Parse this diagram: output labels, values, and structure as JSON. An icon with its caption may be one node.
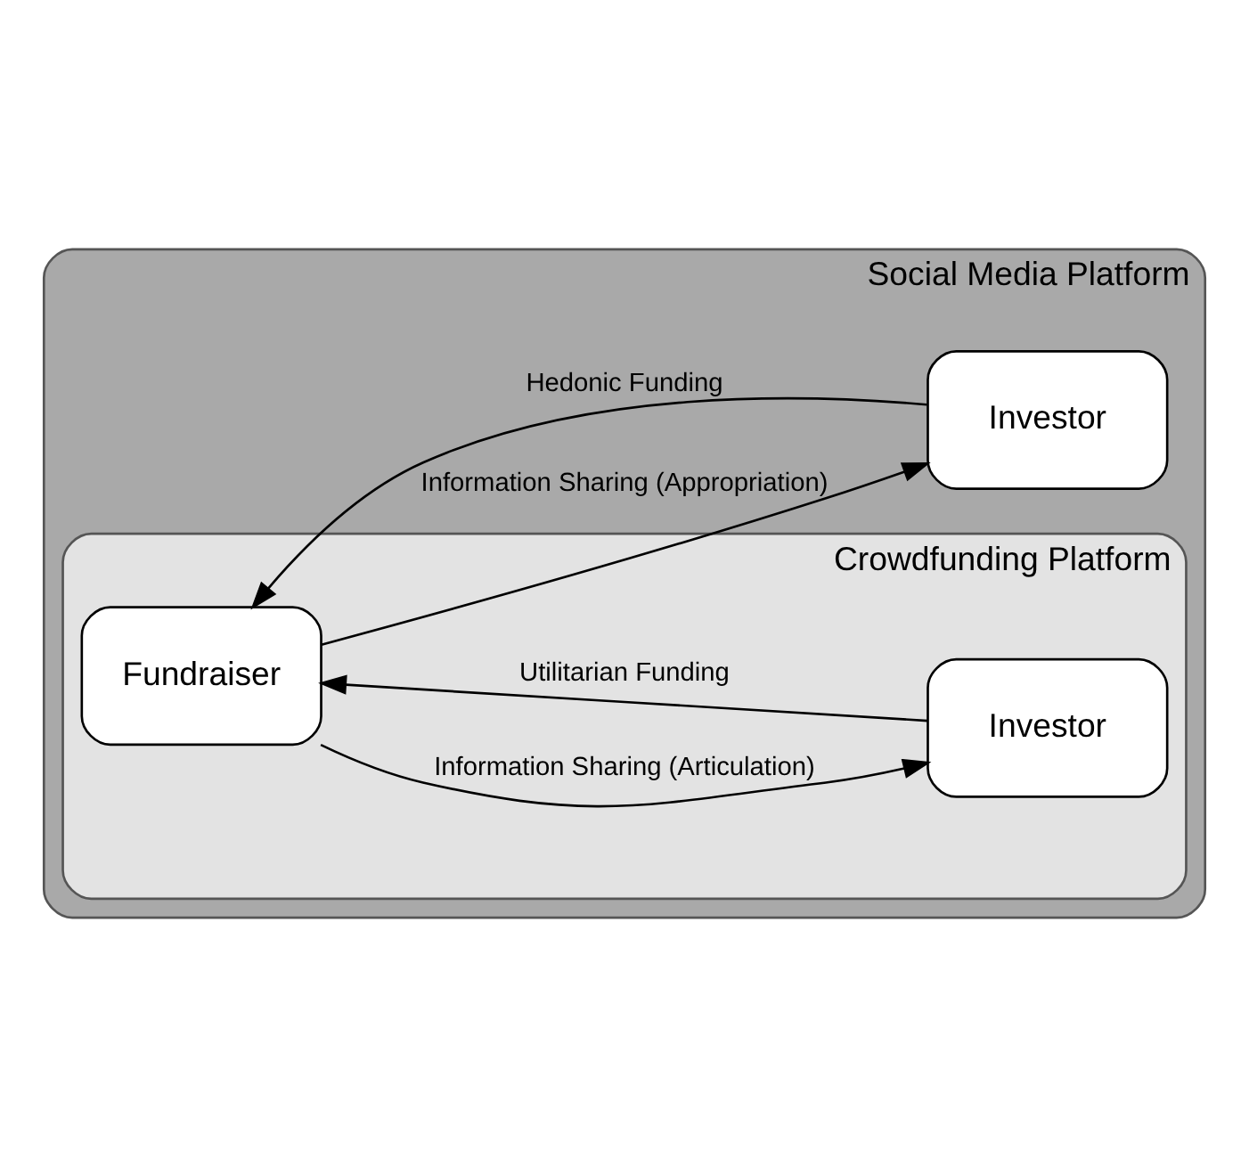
{
  "diagram": {
    "nodes": [
      {
        "text": [
          "Social Media Platform"
        ]
      },
      {
        "text": [
          "Crowdfunding Platform"
        ],
        "in": 0
      },
      {
        "text": [
          "Fundraiser"
        ],
        "in": 1
      },
      {
        "text": [
          "Investor"
        ],
        "in": 1
      },
      {
        "text": [
          "Investor"
        ],
        "in": 0
      }
    ],
    "edges": [
      {
        "from": 2,
        "to": 4,
        "arrow": "to",
        "label": "Information Sharing (Appropriation)"
      },
      {
        "from": 2,
        "to": 3,
        "arrow": "to",
        "label": "Information Sharing (Articulation)"
      },
      {
        "from": 3,
        "to": 2,
        "arrow": "to",
        "label": "Utilitarian Funding"
      },
      {
        "from": 4,
        "to": 2,
        "arrow": "to",
        "label": "Hedonic Funding"
      }
    ]
  }
}
